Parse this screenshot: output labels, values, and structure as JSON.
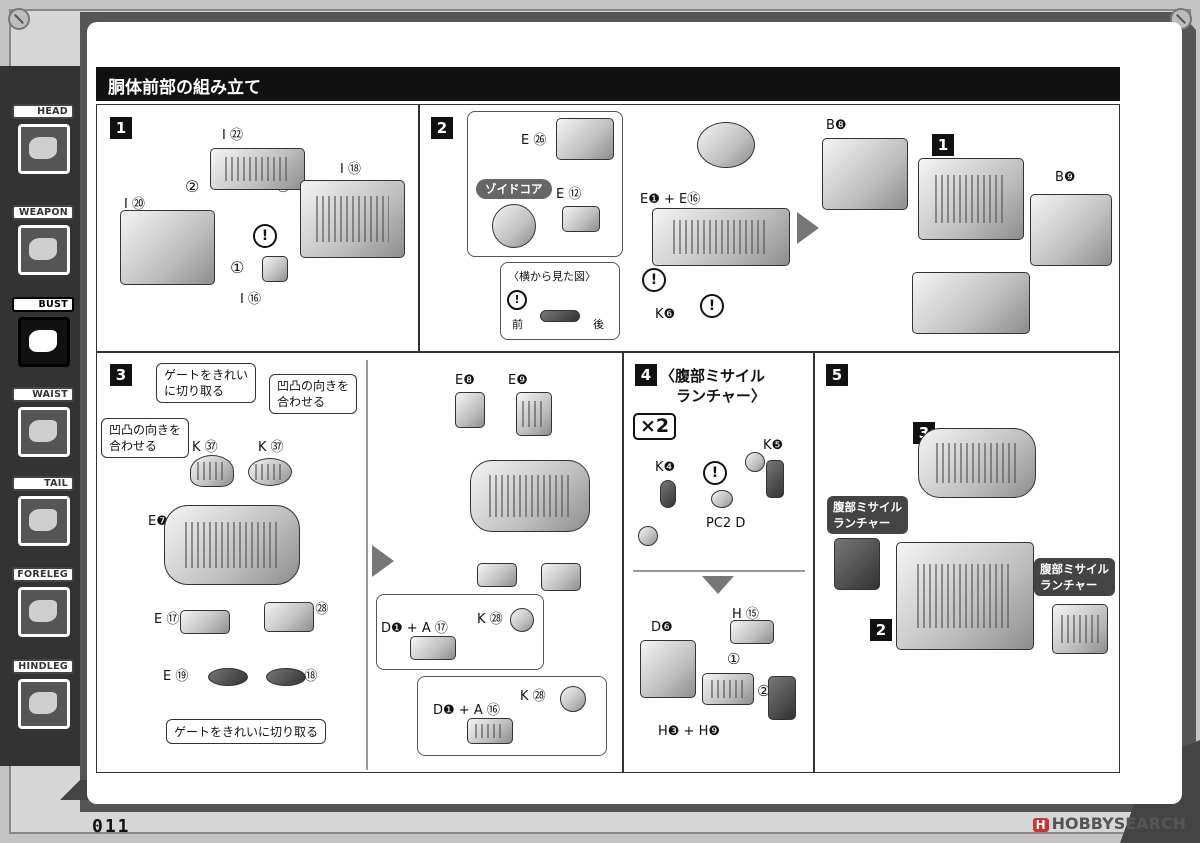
{
  "page": {
    "title": "胴体前部の組み立て",
    "page_number": "011",
    "watermark": "HOBBYSEARCH"
  },
  "side_tabs": [
    {
      "label": "HEAD",
      "active": false
    },
    {
      "label": "WEAPON",
      "active": false
    },
    {
      "label": "BUST",
      "active": true
    },
    {
      "label": "WAIST",
      "active": false
    },
    {
      "label": "TAIL",
      "active": false
    },
    {
      "label": "FORELEG",
      "active": false
    },
    {
      "label": "HINDLEG",
      "active": false
    }
  ],
  "step1": {
    "num": "1",
    "parts": [
      "I ㉒",
      "I ⑱",
      "I ⑳",
      "I ⑯"
    ],
    "order": [
      "②",
      "③",
      "①"
    ],
    "warn": "!"
  },
  "step2": {
    "num": "2",
    "parts": [
      "E ㉖",
      "E ⑫",
      "E❶ + E⑯",
      "K❻",
      "B❽",
      "B❾"
    ],
    "core_label": "ゾイドコア",
    "side_view_title": "〈横から見た図〉",
    "front": "前",
    "back": "後",
    "ref_num": "1"
  },
  "step3": {
    "num": "3",
    "callouts": [
      "ゲートをきれい\nに切り取る",
      "凹凸の向きを\n合わせる",
      "凹凸の向きを\n合わせる",
      "ゲートをきれいに切り取る"
    ],
    "parts": [
      "K ㊲",
      "K ㊲",
      "E❼",
      "E ⑰",
      "E ㉘",
      "E ⑲",
      "E ⑱",
      "E❽",
      "E❾",
      "D❶ + A ⑰",
      "K ㉘",
      "D❶ + A ⑯",
      "K ㉘"
    ]
  },
  "step4": {
    "num": "4",
    "title_line1": "〈腹部ミサイル",
    "title_line2": "ランチャー〉",
    "multiplier": "×2",
    "parts": [
      "K❺",
      "K❹",
      "PC2 D",
      "H ⑮",
      "D❻",
      "H❸ + H❾"
    ],
    "order": [
      "①",
      "②"
    ]
  },
  "step5": {
    "num": "5",
    "ref_top": "3",
    "ref_bottom": "2",
    "callout_left": "腹部ミサイル\nランチャー",
    "callout_right": "腹部ミサイル\nランチャー"
  }
}
